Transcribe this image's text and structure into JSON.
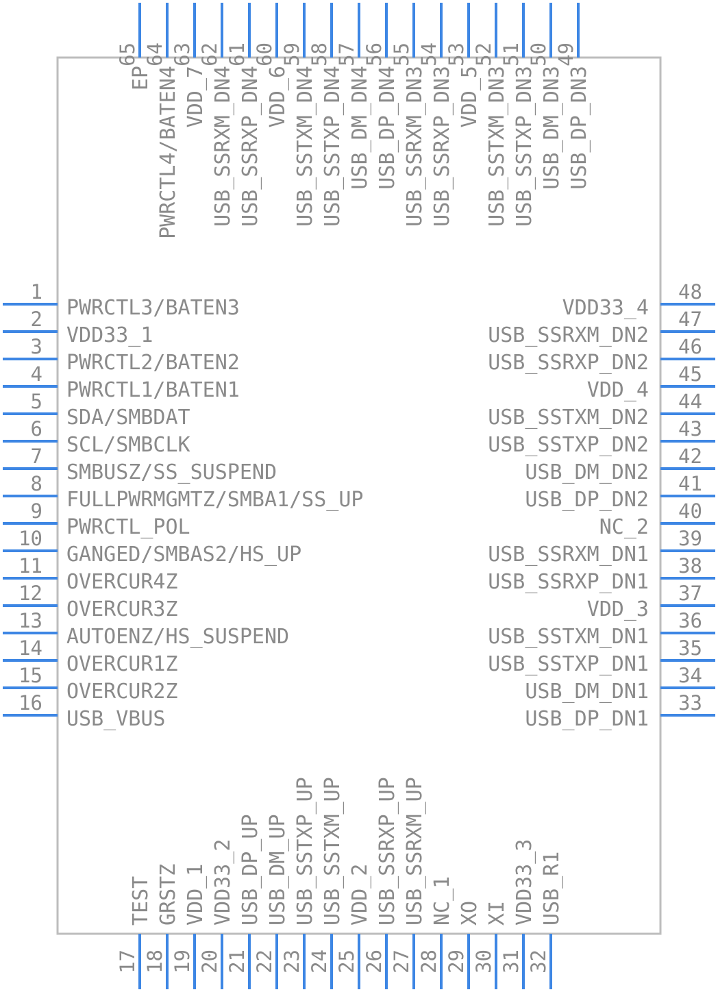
{
  "component": {
    "pins": {
      "left": [
        {
          "num": "1",
          "label": "PWRCTL3/BATEN3"
        },
        {
          "num": "2",
          "label": "VDD33_1"
        },
        {
          "num": "3",
          "label": "PWRCTL2/BATEN2"
        },
        {
          "num": "4",
          "label": "PWRCTL1/BATEN1"
        },
        {
          "num": "5",
          "label": "SDA/SMBDAT"
        },
        {
          "num": "6",
          "label": "SCL/SMBCLK"
        },
        {
          "num": "7",
          "label": "SMBUSZ/SS_SUSPEND"
        },
        {
          "num": "8",
          "label": "FULLPWRMGMTZ/SMBA1/SS_UP"
        },
        {
          "num": "9",
          "label": "PWRCTL_POL"
        },
        {
          "num": "10",
          "label": "GANGED/SMBAS2/HS_UP"
        },
        {
          "num": "11",
          "label": "OVERCUR4Z"
        },
        {
          "num": "12",
          "label": "OVERCUR3Z"
        },
        {
          "num": "13",
          "label": "AUTOENZ/HS_SUSPEND"
        },
        {
          "num": "14",
          "label": "OVERCUR1Z"
        },
        {
          "num": "15",
          "label": "OVERCUR2Z"
        },
        {
          "num": "16",
          "label": "USB_VBUS"
        }
      ],
      "right": [
        {
          "num": "48",
          "label": "VDD33_4"
        },
        {
          "num": "47",
          "label": "USB_SSRXM_DN2"
        },
        {
          "num": "46",
          "label": "USB_SSRXP_DN2"
        },
        {
          "num": "45",
          "label": "VDD_4"
        },
        {
          "num": "44",
          "label": "USB_SSTXM_DN2"
        },
        {
          "num": "43",
          "label": "USB_SSTXP_DN2"
        },
        {
          "num": "42",
          "label": "USB_DM_DN2"
        },
        {
          "num": "41",
          "label": "USB_DP_DN2"
        },
        {
          "num": "40",
          "label": "NC_2"
        },
        {
          "num": "39",
          "label": "USB_SSRXM_DN1"
        },
        {
          "num": "38",
          "label": "USB_SSRXP_DN1"
        },
        {
          "num": "37",
          "label": "VDD_3"
        },
        {
          "num": "36",
          "label": "USB_SSTXM_DN1"
        },
        {
          "num": "35",
          "label": "USB_SSTXP_DN1"
        },
        {
          "num": "34",
          "label": "USB_DM_DN1"
        },
        {
          "num": "33",
          "label": "USB_DP_DN1"
        }
      ],
      "top": [
        {
          "num": "65",
          "label": "EP"
        },
        {
          "num": "64",
          "label": "PWRCTL4/BATEN4"
        },
        {
          "num": "63",
          "label": "VDD_7"
        },
        {
          "num": "62",
          "label": "USB_SSRXM_DN4"
        },
        {
          "num": "61",
          "label": "USB_SSRXP_DN4"
        },
        {
          "num": "60",
          "label": "VDD_6"
        },
        {
          "num": "59",
          "label": "USB_SSTXM_DN4"
        },
        {
          "num": "58",
          "label": "USB_SSTXP_DN4"
        },
        {
          "num": "57",
          "label": "USB_DM_DN4"
        },
        {
          "num": "56",
          "label": "USB_DP_DN4"
        },
        {
          "num": "55",
          "label": "USB_SSRXM_DN3"
        },
        {
          "num": "54",
          "label": "USB_SSRXP_DN3"
        },
        {
          "num": "53",
          "label": "VDD_5"
        },
        {
          "num": "52",
          "label": "USB_SSTXM_DN3"
        },
        {
          "num": "51",
          "label": "USB_SSTXP_DN3"
        },
        {
          "num": "50",
          "label": "USB_DM_DN3"
        },
        {
          "num": "49",
          "label": "USB_DP_DN3"
        }
      ],
      "bottom": [
        {
          "num": "17",
          "label": "TEST"
        },
        {
          "num": "18",
          "label": "GRSTZ"
        },
        {
          "num": "19",
          "label": "VDD_1"
        },
        {
          "num": "20",
          "label": "VDD33_2"
        },
        {
          "num": "21",
          "label": "USB_DP_UP"
        },
        {
          "num": "22",
          "label": "USB_DM_UP"
        },
        {
          "num": "23",
          "label": "USB_SSTXP_UP"
        },
        {
          "num": "24",
          "label": "USB_SSTXM_UP"
        },
        {
          "num": "25",
          "label": "VDD_2"
        },
        {
          "num": "26",
          "label": "USB_SSRXP_UP"
        },
        {
          "num": "27",
          "label": "USB_SSRXM_UP"
        },
        {
          "num": "28",
          "label": "NC_1"
        },
        {
          "num": "29",
          "label": "XO"
        },
        {
          "num": "30",
          "label": "XI"
        },
        {
          "num": "31",
          "label": "VDD33_3"
        },
        {
          "num": "32",
          "label": "USB_R1"
        }
      ]
    },
    "colors": {
      "pin": "#3d86e4",
      "body_outline": "#bdbdbd",
      "text": "#8a8a8a"
    }
  }
}
